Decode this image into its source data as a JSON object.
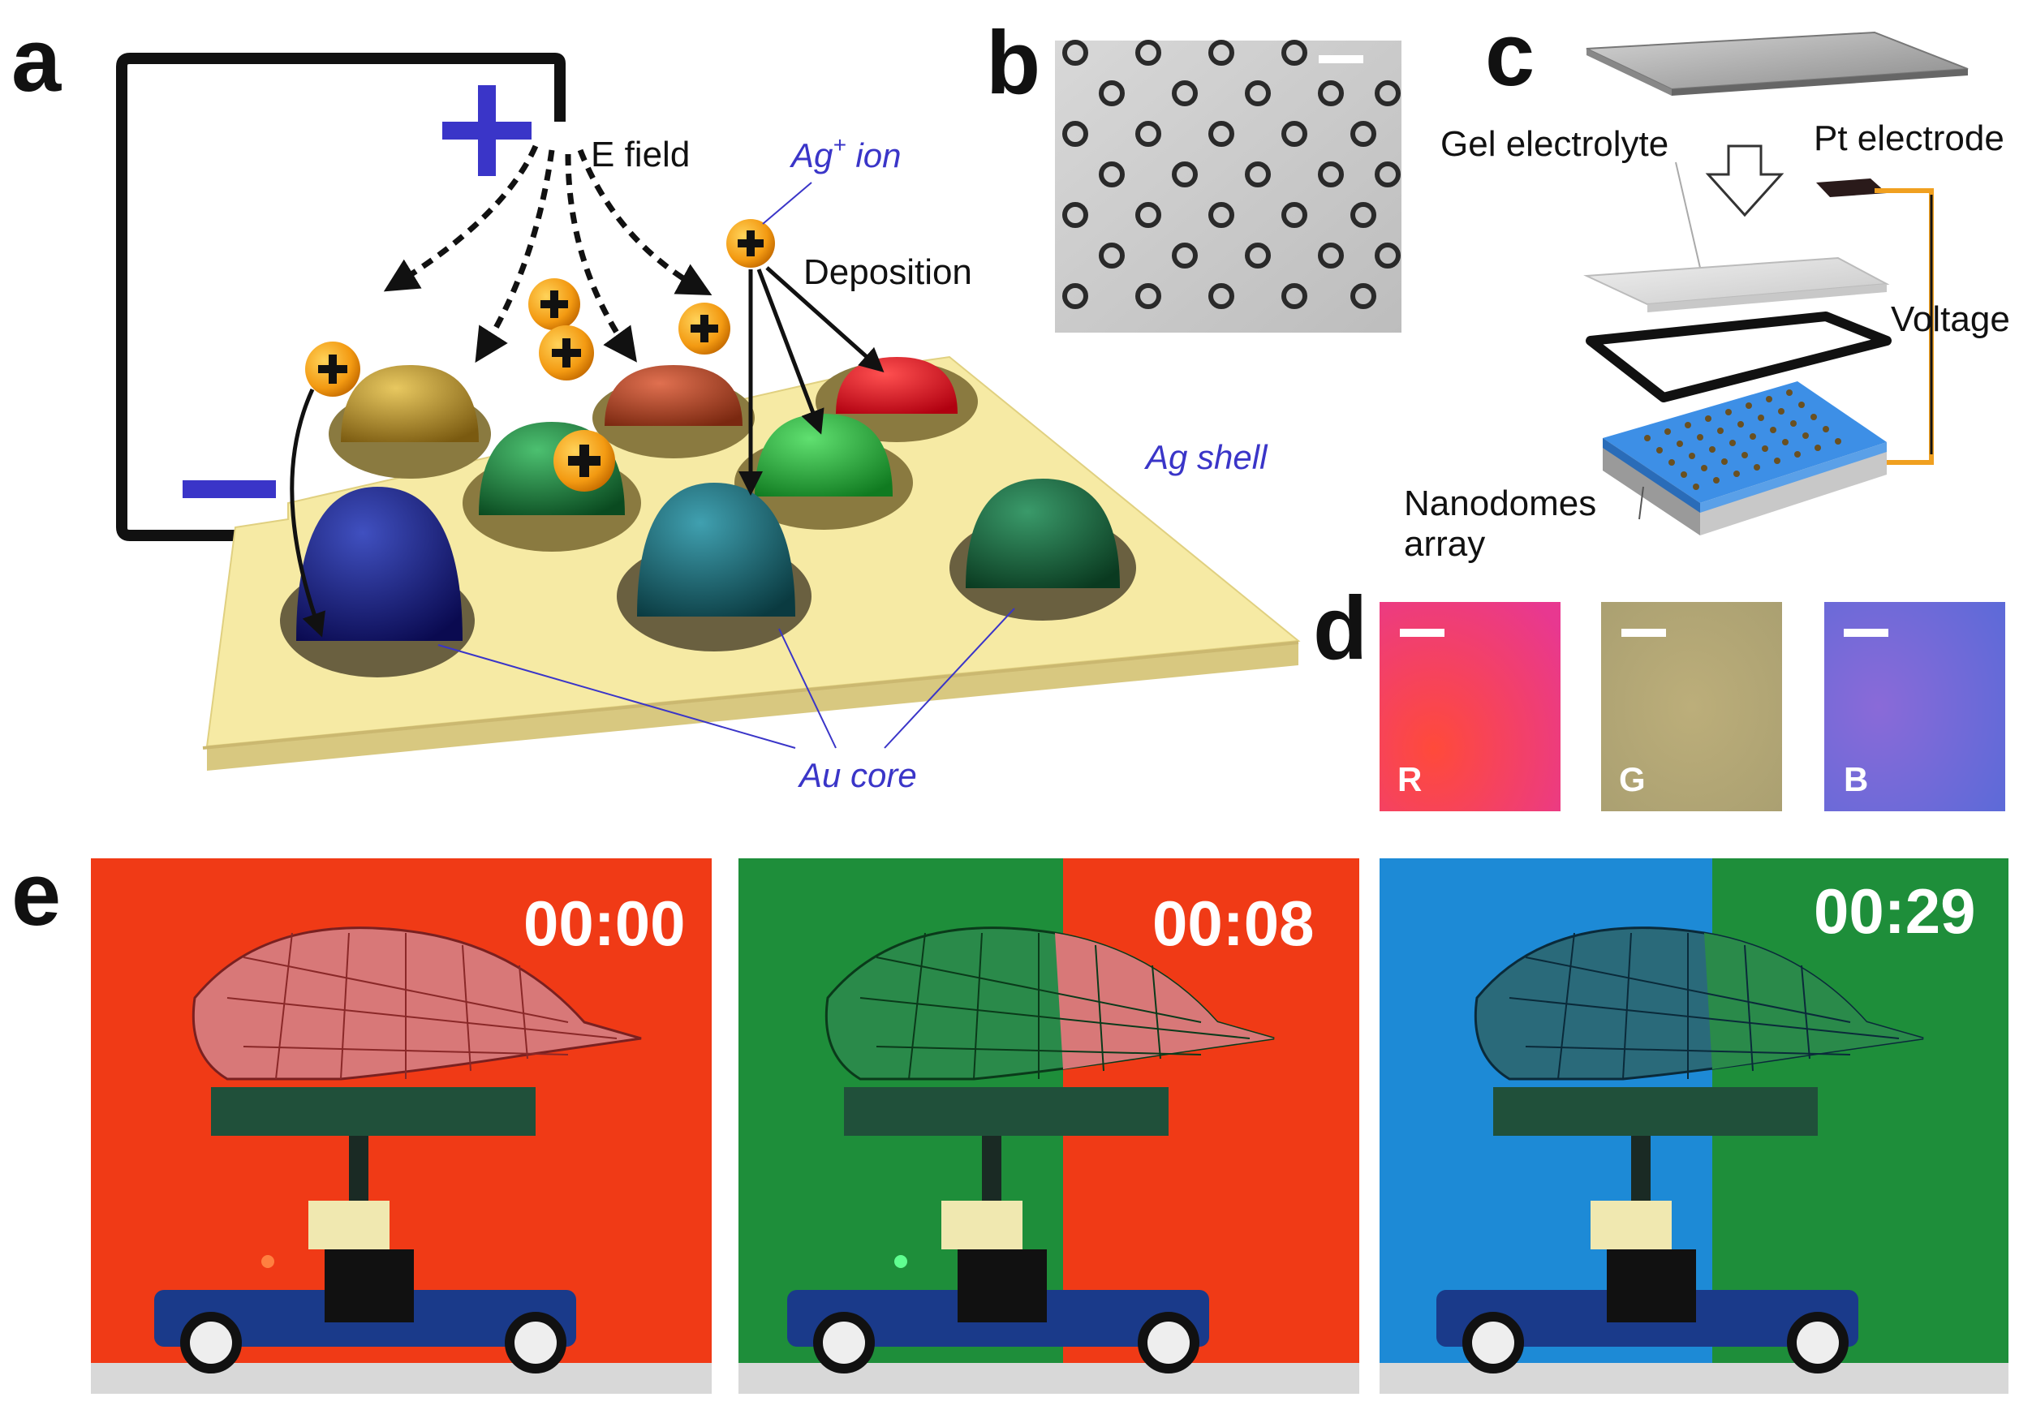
{
  "panels": {
    "a": {
      "letter": "a",
      "e_field": "E field",
      "ag_ion": "Ag",
      "ag_ion_sup": "+",
      "ag_ion_suffix": " ion",
      "deposition": "Deposition",
      "ag_shell": "Ag shell",
      "au_core": "Au core",
      "plus_symbol": "+",
      "minus_symbol": "−"
    },
    "b": {
      "letter": "b"
    },
    "c": {
      "letter": "c",
      "gel_electrolyte": "Gel electrolyte",
      "pt_electrode": "Pt electrode",
      "voltage": "Voltage",
      "nanodomes_line1": "Nanodomes",
      "nanodomes_line2": "array"
    },
    "d": {
      "letter": "d",
      "tiles": [
        {
          "label": "R",
          "color": "#e8425a"
        },
        {
          "label": "G",
          "color": "#b4aa78"
        },
        {
          "label": "B",
          "color": "#7c6ad8"
        }
      ]
    },
    "e": {
      "letter": "e",
      "frames": [
        {
          "time": "00:00",
          "bg_left": "#f03a16",
          "bg_right": "#f03a16"
        },
        {
          "time": "00:08",
          "bg_left": "#1e8e3a",
          "bg_right": "#f03a16"
        },
        {
          "time": "00:29",
          "bg_left": "#1d8ad6",
          "bg_right": "#1e8e3a"
        }
      ]
    }
  },
  "colors": {
    "accent_blue": "#3a35c8",
    "plate": "#f6eaa4",
    "ion": "#f3a31b",
    "electrode_blue": "#3d8fe6",
    "wire_orange": "#f0a020"
  }
}
